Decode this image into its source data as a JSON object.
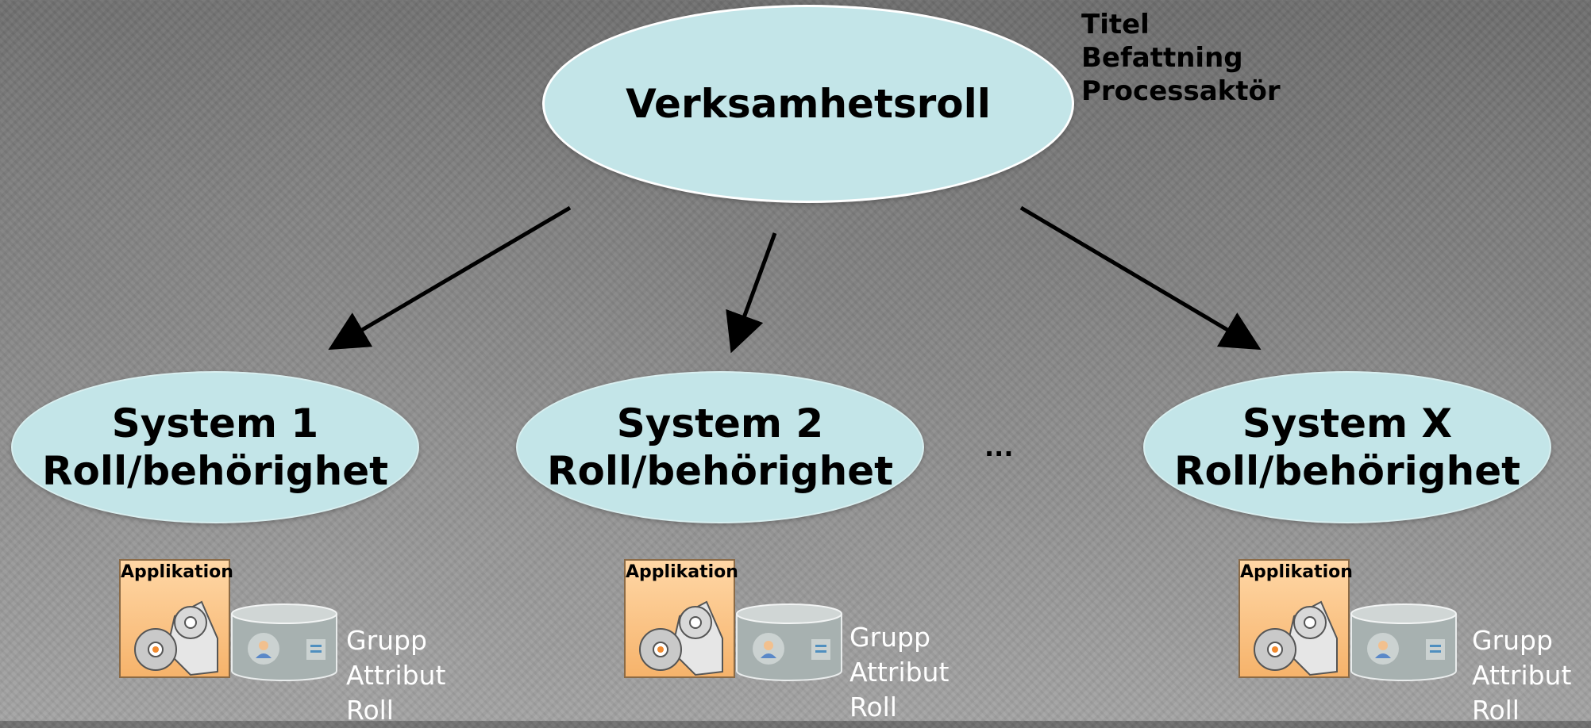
{
  "top_role": {
    "label": "Verksamhetsroll",
    "side_items": [
      "Titel",
      "Befattning",
      "Processaktör"
    ]
  },
  "systems": [
    {
      "name": "System 1",
      "subtitle": "Roll/behörighet",
      "app_label": "Applikation",
      "attributes": [
        "Grupp",
        "Attribut",
        "Roll"
      ]
    },
    {
      "name": "System 2",
      "subtitle": "Roll/behörighet",
      "app_label": "Applikation",
      "attributes": [
        "Grupp",
        "Attribut",
        "Roll"
      ]
    },
    {
      "name": "System X",
      "subtitle": "Roll/behörighet",
      "app_label": "Applikation",
      "attributes": [
        "Grupp",
        "Attribut",
        "Roll"
      ]
    }
  ],
  "ellipsis": "...",
  "colors": {
    "ellipse_fill": "#c3e5e8",
    "app_fill": "#f6b36b",
    "arrow": "#000000"
  },
  "icons": {
    "application": "gears-document-icon",
    "database": "database-user-icon"
  }
}
